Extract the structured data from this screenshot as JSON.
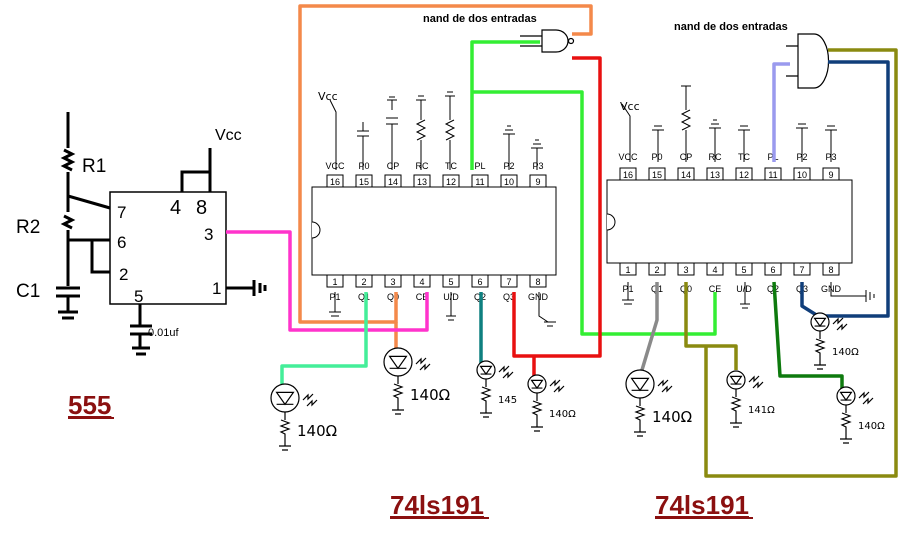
{
  "titles": {
    "timer": "555",
    "counter_a": "74ls191",
    "counter_b": "74ls191",
    "nand_a": "nand de dos entradas",
    "nand_b": "nand de dos entradas"
  },
  "timer_555": {
    "vcc": "Vcc",
    "r1": "R1",
    "r2": "R2",
    "c1": "C1",
    "cap2": "0.01uf",
    "pins": [
      "7",
      "6",
      "2",
      "4",
      "8",
      "3",
      "5",
      "1"
    ]
  },
  "chip_a": {
    "top_pins": [
      {
        "num": "16",
        "label": "VCC"
      },
      {
        "num": "15",
        "label": "P0"
      },
      {
        "num": "14",
        "label": "CP"
      },
      {
        "num": "13",
        "label": "RC"
      },
      {
        "num": "12",
        "label": "TC"
      },
      {
        "num": "11",
        "label": "PL"
      },
      {
        "num": "10",
        "label": "P2"
      },
      {
        "num": "9",
        "label": "P3"
      }
    ],
    "bottom_pins": [
      {
        "num": "1",
        "label": "P1"
      },
      {
        "num": "2",
        "label": "Q1"
      },
      {
        "num": "3",
        "label": "Q0"
      },
      {
        "num": "4",
        "label": "CE"
      },
      {
        "num": "5",
        "label": "U/D"
      },
      {
        "num": "6",
        "label": "Q2"
      },
      {
        "num": "7",
        "label": "Q3"
      },
      {
        "num": "8",
        "label": "GND"
      }
    ],
    "vcc_label": "Vcc"
  },
  "chip_b": {
    "top_pins": [
      {
        "num": "16",
        "label": "VCC"
      },
      {
        "num": "15",
        "label": "P0"
      },
      {
        "num": "14",
        "label": "CP"
      },
      {
        "num": "13",
        "label": "RC"
      },
      {
        "num": "12",
        "label": "TC"
      },
      {
        "num": "11",
        "label": "PL"
      },
      {
        "num": "10",
        "label": "P2"
      },
      {
        "num": "9",
        "label": "P3"
      }
    ],
    "bottom_pins": [
      {
        "num": "1",
        "label": "P1"
      },
      {
        "num": "2",
        "label": "Q1"
      },
      {
        "num": "3",
        "label": "Q0"
      },
      {
        "num": "4",
        "label": "CE"
      },
      {
        "num": "5",
        "label": "U/D"
      },
      {
        "num": "6",
        "label": "Q2"
      },
      {
        "num": "7",
        "label": "Q3"
      },
      {
        "num": "8",
        "label": "GND"
      }
    ],
    "vcc_label": "Vcc"
  },
  "resistor_labels": [
    "140Ω",
    "140Ω",
    "145",
    "140Ω",
    "140Ω",
    "141Ω",
    "140Ω",
    "140Ω"
  ],
  "wire_colors": {
    "orange": "#f4894a",
    "magenta": "#ff33cc",
    "green": "#33ee33",
    "red": "#e81010",
    "teal": "#0f8080",
    "gray": "#8a8a8a",
    "olive": "#8a8a10",
    "navy": "#103e7a",
    "lavender": "#9a9aee",
    "darkgreen": "#0e7a0e",
    "seafoam": "#44ee99",
    "title": "#8b1010"
  }
}
